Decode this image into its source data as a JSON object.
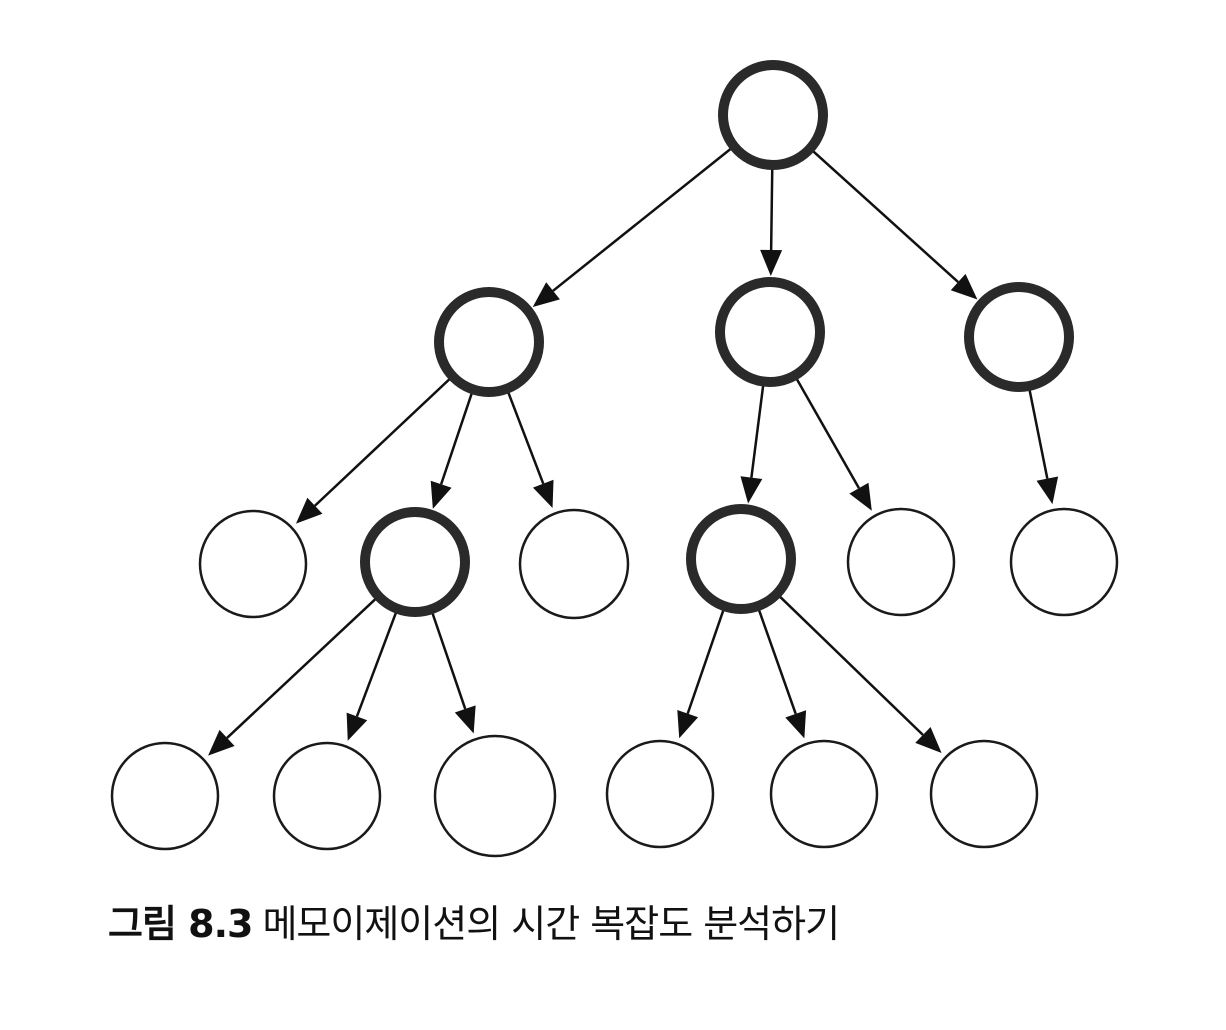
{
  "figure": {
    "label": "그림 8.3",
    "caption": "메모이제이션의 시간 복잡도 분석하기"
  },
  "tree": {
    "nodes": [
      {
        "id": "root",
        "emphasis": "thick"
      },
      {
        "id": "l1-a",
        "emphasis": "thick"
      },
      {
        "id": "l1-b",
        "emphasis": "thick"
      },
      {
        "id": "l1-c",
        "emphasis": "thick"
      },
      {
        "id": "l2-a1",
        "emphasis": "thin"
      },
      {
        "id": "l2-a2",
        "emphasis": "thick"
      },
      {
        "id": "l2-a3",
        "emphasis": "thin"
      },
      {
        "id": "l2-b1",
        "emphasis": "thick"
      },
      {
        "id": "l2-b2",
        "emphasis": "thin"
      },
      {
        "id": "l2-c1",
        "emphasis": "thin"
      },
      {
        "id": "l3-a2-1",
        "emphasis": "thin"
      },
      {
        "id": "l3-a2-2",
        "emphasis": "thin"
      },
      {
        "id": "l3-a2-3",
        "emphasis": "thin"
      },
      {
        "id": "l3-b1-1",
        "emphasis": "thin"
      },
      {
        "id": "l3-b1-2",
        "emphasis": "thin"
      },
      {
        "id": "l3-b1-3",
        "emphasis": "thin"
      }
    ],
    "edges": [
      [
        "root",
        "l1-a"
      ],
      [
        "root",
        "l1-b"
      ],
      [
        "root",
        "l1-c"
      ],
      [
        "l1-a",
        "l2-a1"
      ],
      [
        "l1-a",
        "l2-a2"
      ],
      [
        "l1-a",
        "l2-a3"
      ],
      [
        "l1-b",
        "l2-b1"
      ],
      [
        "l1-b",
        "l2-b2"
      ],
      [
        "l1-c",
        "l2-c1"
      ],
      [
        "l2-a2",
        "l3-a2-1"
      ],
      [
        "l2-a2",
        "l3-a2-2"
      ],
      [
        "l2-a2",
        "l3-a2-3"
      ],
      [
        "l2-b1",
        "l3-b1-1"
      ],
      [
        "l2-b1",
        "l3-b1-2"
      ],
      [
        "l2-b1",
        "l3-b1-3"
      ]
    ]
  }
}
